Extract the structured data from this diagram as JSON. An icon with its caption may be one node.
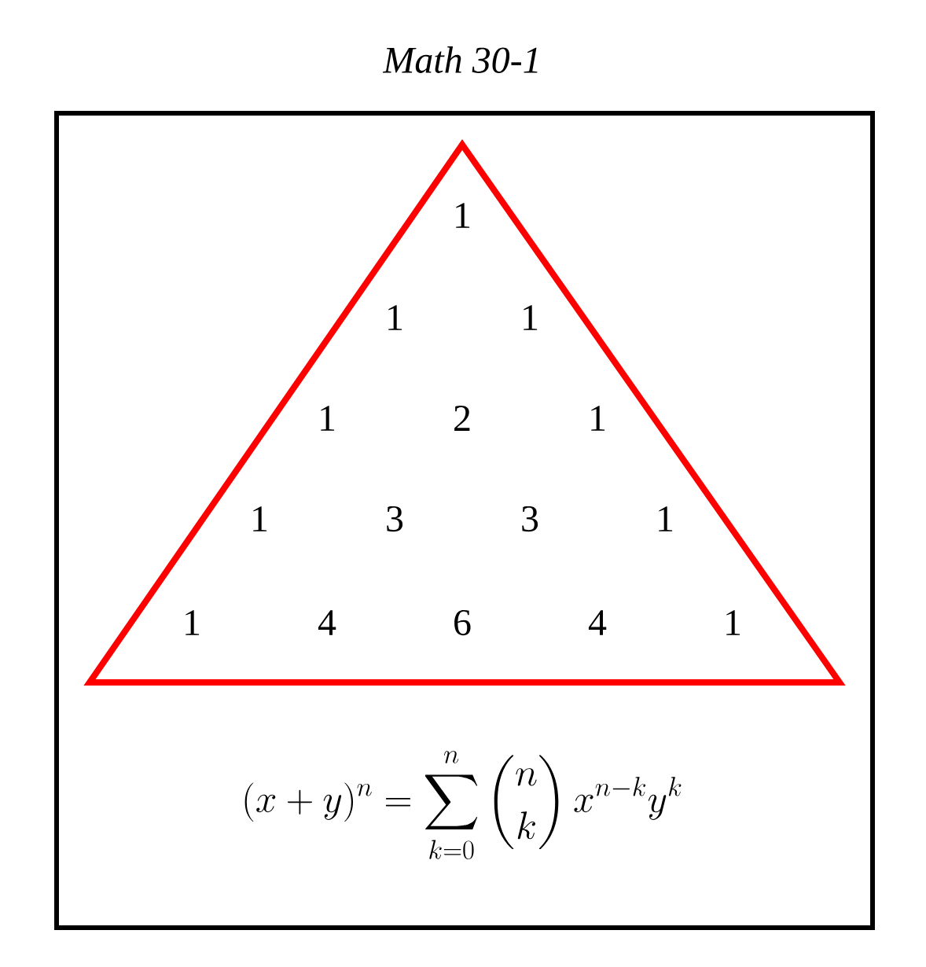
{
  "diagram": {
    "title": "Math 30-1",
    "nodes": [
      {
        "text": [
          "1",
          "1",
          "1",
          "1",
          "2",
          "1",
          "1",
          "3",
          "3",
          "1",
          "1",
          "4",
          "6",
          "4",
          "1"
        ]
      }
    ],
    "labels": [
      "(x+y)^n=\\sum_{k=0}^{n}\\binom{n}{k}\\,x^{n-k}y^{k}"
    ]
  }
}
